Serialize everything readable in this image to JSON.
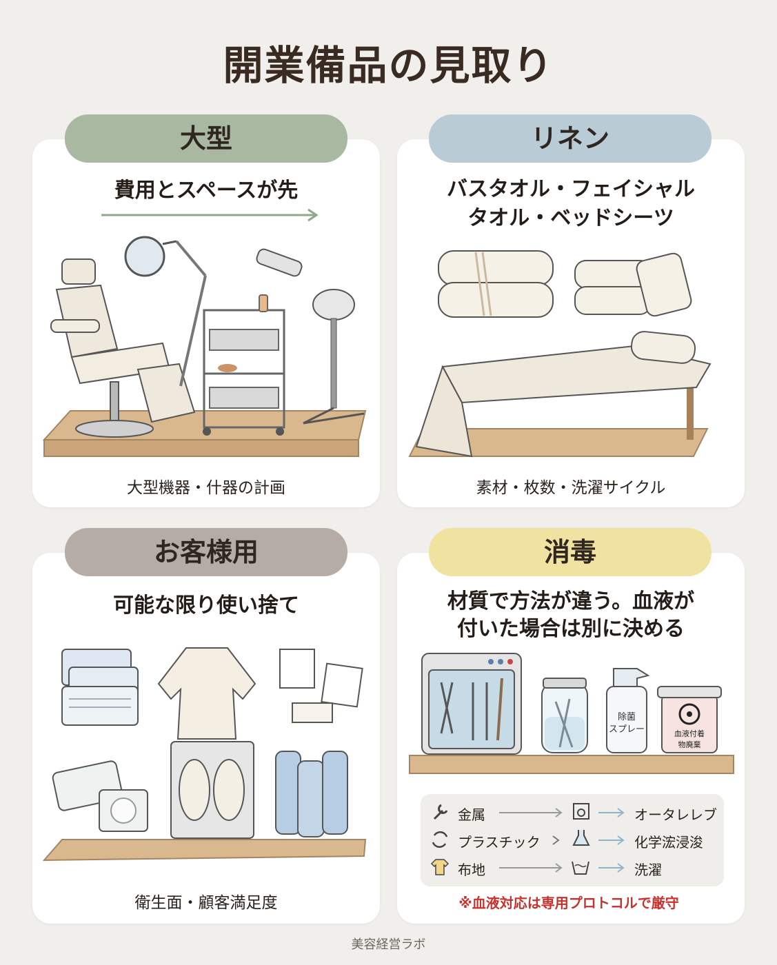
{
  "title": "開業備品の見取り",
  "sections": {
    "large": {
      "label": "大型",
      "subtitle": "費用とスペースが先",
      "caption": "大型機器・什器の計画"
    },
    "linen": {
      "label": "リネン",
      "subtitle_line1": "バスタオル・フェイシャル",
      "subtitle_line2": "タオル・ベッドシーツ",
      "caption": "素材・枚数・洗濯サイクル"
    },
    "guest": {
      "label": "お客様用",
      "subtitle": "可能な限り使い捨て",
      "caption": "衛生面・顧客満足度"
    },
    "disinfect": {
      "label": "消毒",
      "subtitle_line1": "材質で方法が違う。血液が",
      "subtitle_line2": "付いた場合は別に決める",
      "spray_label_line1": "除菌",
      "spray_label_line2": "スプレー",
      "bin_label_line1": "血液付着",
      "bin_label_line2": "物廃棄",
      "legend": [
        {
          "material": "金属",
          "method": "オータレレブ",
          "icon": "wrench-icon",
          "method_icon": "autoclave-icon"
        },
        {
          "material": "プラスチック",
          "method": "化学浤浸浚",
          "icon": "plastic-icon",
          "method_icon": "flask-icon"
        },
        {
          "material": "布地",
          "method": "洗濯",
          "icon": "shirt-icon",
          "method_icon": "wash-tub-icon"
        }
      ],
      "warning": "※血液対応は専用プロトコルで厳守"
    }
  },
  "footer": "美容経営ラボ",
  "colors": {
    "large_pill": "#a9b8a0",
    "linen_pill": "#b9ccd6",
    "guest_pill": "#b6aca6",
    "disinfect_pill": "#f0e2a0",
    "background": "#f0efeb",
    "warning": "#c8312c"
  }
}
